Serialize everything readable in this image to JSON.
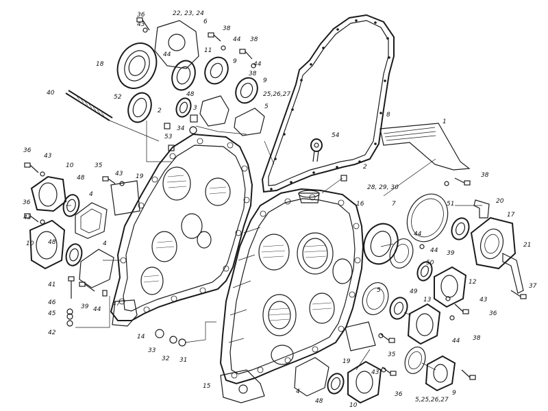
{
  "labels": [
    "36",
    "43",
    "22, 23, 24",
    "6",
    "38",
    "38",
    "18",
    "11",
    "44",
    "44",
    "9",
    "9",
    "44",
    "38",
    "48",
    "25,26,27",
    "40",
    "52",
    "2",
    "3",
    "5",
    "34",
    "8",
    "1",
    "53",
    "54",
    "36",
    "43",
    "10",
    "35",
    "43",
    "48",
    "4",
    "19",
    "2",
    "28, 29, 30",
    "16",
    "7",
    "44",
    "38",
    "20",
    "51",
    "17",
    "36",
    "43",
    "48",
    "10",
    "4",
    "41",
    "39",
    "44",
    "47",
    "46",
    "45",
    "42",
    "14",
    "33",
    "32",
    "31",
    "50",
    "12",
    "39",
    "44",
    "21",
    "49",
    "13",
    "43",
    "36",
    "37",
    "5",
    "19",
    "35",
    "4",
    "48",
    "10",
    "43",
    "36",
    "15",
    "5,25,26,27",
    "9",
    "38",
    "44"
  ],
  "colors": {
    "ink": "#1a1a1a",
    "paper": "#ffffff"
  }
}
